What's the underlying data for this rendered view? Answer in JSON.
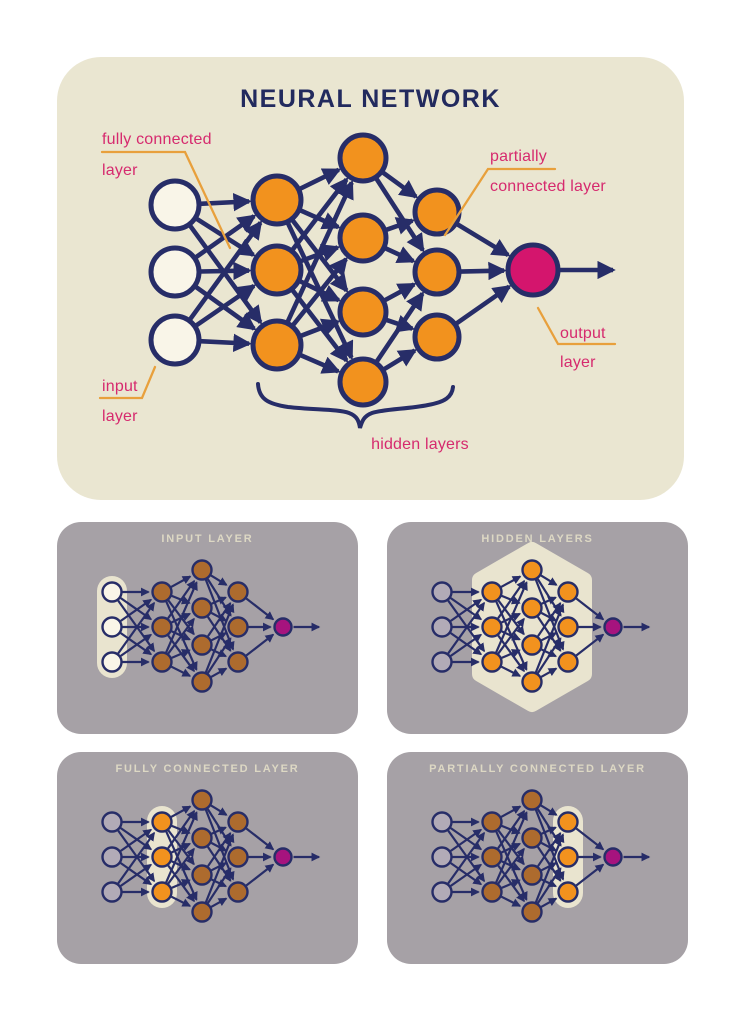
{
  "main_panel": {
    "title": "NEURAL NETWORK",
    "annotations": {
      "fully_connected_line1": "fully connected",
      "fully_connected_line2": "layer",
      "partially_connected_line1": "partially",
      "partially_connected_line2": "connected layer",
      "input_line1": "input",
      "input_line2": "layer",
      "output_line1": "output",
      "output_line2": "layer",
      "hidden": "hidden layers"
    }
  },
  "network": {
    "layer_sizes": [
      3,
      3,
      4,
      3,
      1
    ],
    "layer_roles": [
      "input",
      "fully-connected",
      "hidden",
      "hidden",
      "partially-connected-then-output"
    ],
    "main_node_colors": [
      "whiteNode",
      "orange",
      "orange",
      "orange",
      "magentaMain"
    ]
  },
  "panels": [
    {
      "title": "INPUT LAYER",
      "highlight": "input",
      "node_colors": [
        "whiteNode",
        "brown",
        "brown",
        "brown",
        "magentaSmall"
      ]
    },
    {
      "title": "HIDDEN LAYERS",
      "highlight": "hidden",
      "node_colors": [
        "grayNode",
        "orange",
        "orange",
        "orange",
        "magentaSmall"
      ]
    },
    {
      "title": "FULLY CONNECTED LAYER",
      "highlight": "fully",
      "node_colors": [
        "grayNode",
        "orange",
        "brown",
        "brown",
        "magentaSmall"
      ]
    },
    {
      "title": "PARTIALLY CONNECTED LAYER",
      "highlight": "partially",
      "node_colors": [
        "grayNode",
        "brown",
        "brown",
        "orange",
        "magentaSmall"
      ]
    }
  ],
  "colors": {
    "pageBackground": "#ffffff",
    "mainPanelBackground": "#eae6d1",
    "subPanelBackground": "#a6a1a6",
    "navy": "#272d68",
    "titleNavy": "#222a5e",
    "orange": "#f2921e",
    "brown": "#ad6b2e",
    "grayNode": "#b2abb7",
    "whiteNode": "#f9f5e8",
    "magentaMain": "#d4156d",
    "magentaSmall": "#a6137e",
    "pinkLabel": "#d62a6e",
    "leaderOrange": "#e8a03c",
    "subTitleCream": "#ddd8c4",
    "highlightCream": "#e9e4cf"
  }
}
